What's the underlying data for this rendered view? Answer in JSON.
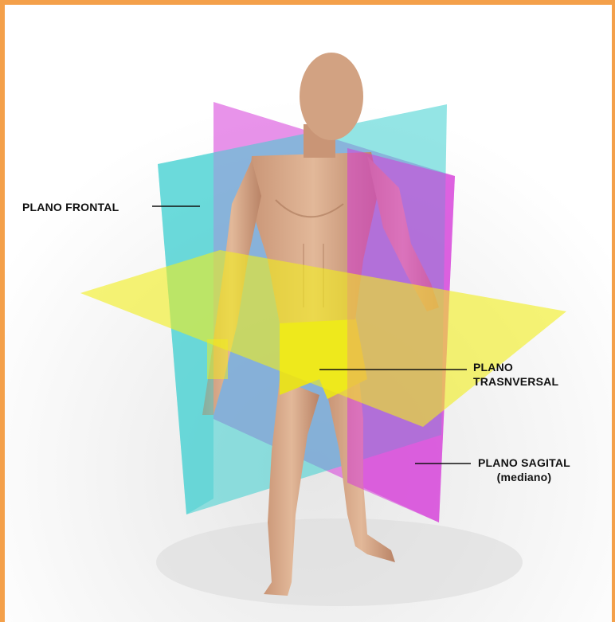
{
  "labels": {
    "frontal": "PLANO FRONTAL",
    "transversal_line1": "PLANO",
    "transversal_line2": "TRASNVERSAL",
    "sagital_line1": "PLANO SAGITAL",
    "sagital_line2": "(mediano)"
  },
  "colors": {
    "frame_border": "#f4a04a",
    "frontal_plane": "#3ccfd0",
    "sagital_plane": "#d63bd8",
    "transversal_plane": "#f2ee1a",
    "skin": "#d8ab8c",
    "shorts": "#e8e020"
  }
}
